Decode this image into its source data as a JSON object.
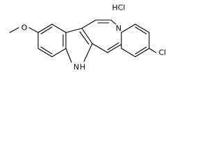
{
  "salt": "HCl",
  "atoms": {
    "nitrogen_ring": "N",
    "chlorine": "Cl",
    "nitrogen_indole": "N",
    "hydrogen_indole": "H",
    "oxygen": "O"
  }
}
